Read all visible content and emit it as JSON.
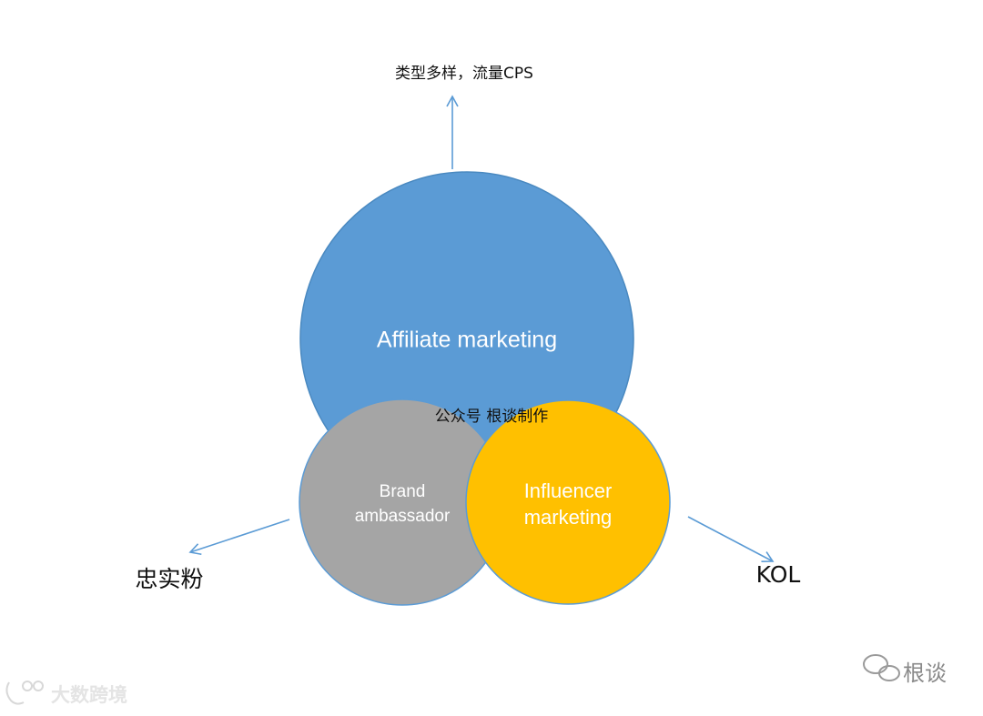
{
  "diagram": {
    "top_label": "类型多样，流量CPS",
    "left_label": "忠实粉",
    "right_label": "KOL",
    "center_note": "公众号 根谈制作",
    "circles": {
      "affiliate": {
        "label": "Affiliate marketing",
        "color": "#5b9bd5"
      },
      "brand": {
        "line1": "Brand",
        "line2": "ambassador",
        "color": "#a5a5a5"
      },
      "influencer": {
        "line1": "Influencer",
        "line2": "marketing",
        "color": "#ffc000"
      }
    },
    "arrow_color": "#5b9bd5"
  },
  "watermarks": {
    "bottom_left": "大数跨境",
    "bottom_right": "根谈"
  }
}
